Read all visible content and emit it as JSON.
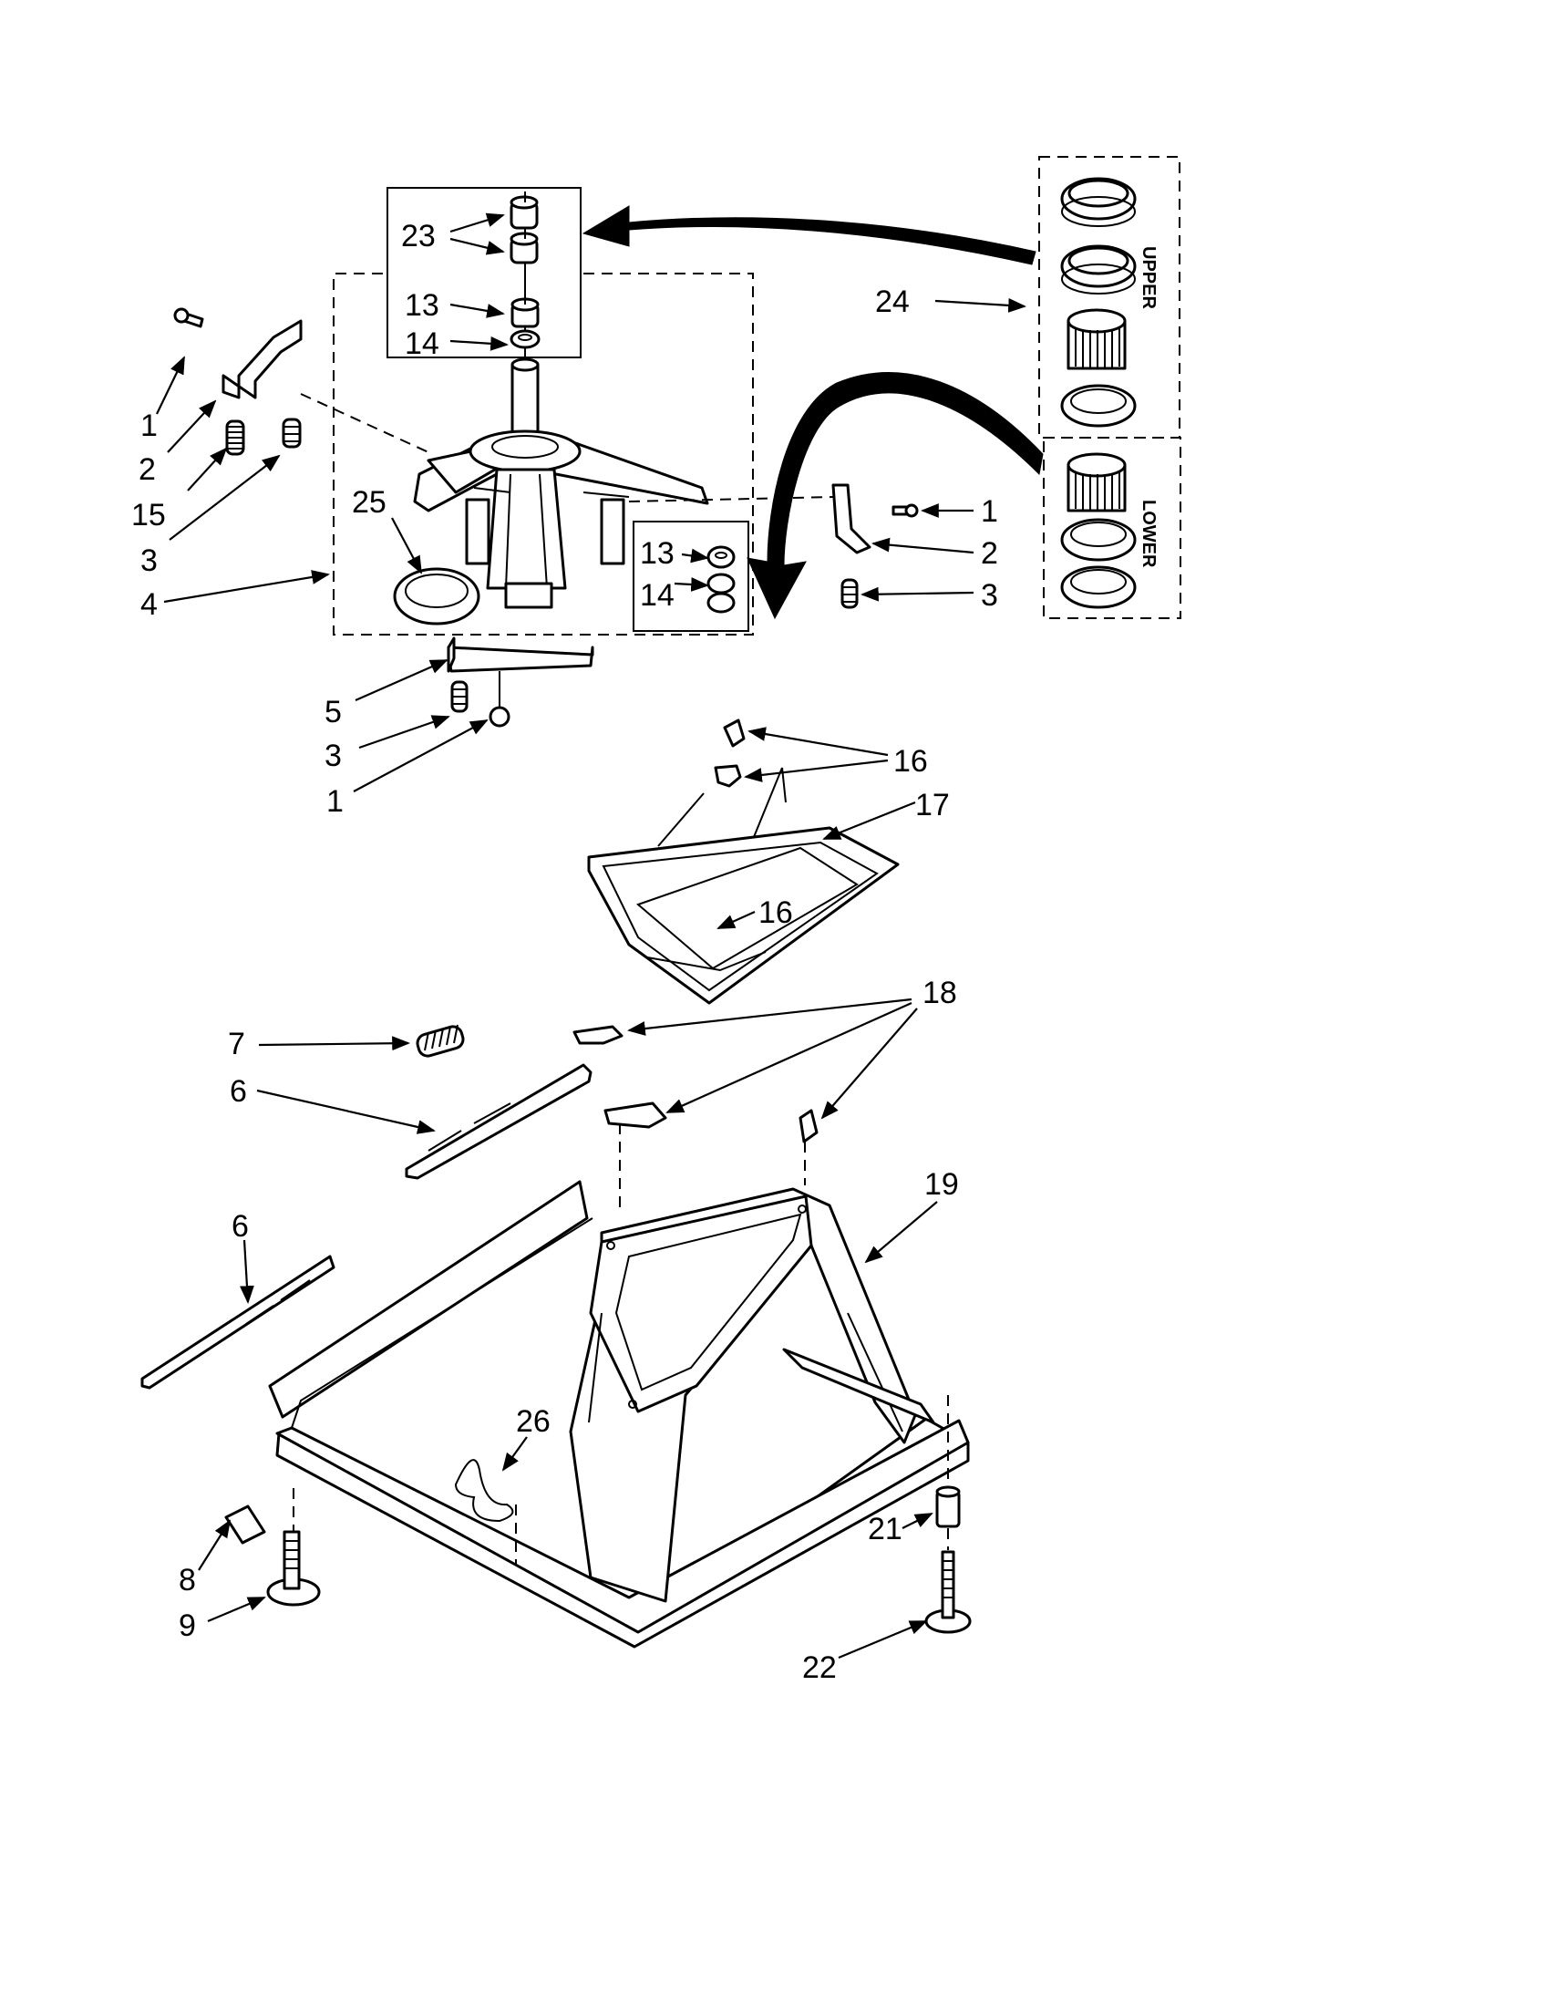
{
  "labels": {
    "p1": "1",
    "p2": "2",
    "p3": "3",
    "p4": "4",
    "p5": "5",
    "p6": "6",
    "p7": "7",
    "p8": "8",
    "p9": "9",
    "p13": "13",
    "p14": "14",
    "p15": "15",
    "p16": "16",
    "p17": "17",
    "p18": "18",
    "p19": "19",
    "p21": "21",
    "p22": "22",
    "p23": "23",
    "p24": "24",
    "p25": "25",
    "p26": "26"
  },
  "kit": {
    "upper": "UPPER",
    "lower": "LOWER"
  },
  "colors": {
    "ink": "#000000",
    "paper": "#ffffff"
  }
}
